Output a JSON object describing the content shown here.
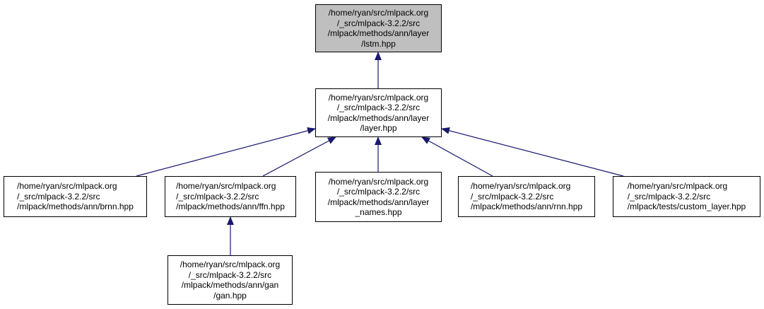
{
  "diagram": {
    "edge_color": "#191970",
    "highlight_color": "#bfbfbf",
    "nodes": [
      {
        "id": "lstm",
        "text": "/home/ryan/src/mlpack.org\n/_src/mlpack-3.2.2/src\n/mlpack/methods/ann/layer\n/lstm.hpp",
        "highlight": true
      },
      {
        "id": "layer",
        "text": "/home/ryan/src/mlpack.org\n/_src/mlpack-3.2.2/src\n/mlpack/methods/ann/layer\n/layer.hpp",
        "highlight": false
      },
      {
        "id": "brnn",
        "text": "/home/ryan/src/mlpack.org\n/_src/mlpack-3.2.2/src\n/mlpack/methods/ann/brnn.hpp",
        "highlight": false
      },
      {
        "id": "ffn",
        "text": "/home/ryan/src/mlpack.org\n/_src/mlpack-3.2.2/src\n/mlpack/methods/ann/ffn.hpp",
        "highlight": false
      },
      {
        "id": "layer_names",
        "text": "/home/ryan/src/mlpack.org\n/_src/mlpack-3.2.2/src\n/mlpack/methods/ann/layer\n_names.hpp",
        "highlight": false
      },
      {
        "id": "rnn",
        "text": "/home/ryan/src/mlpack.org\n/_src/mlpack-3.2.2/src\n/mlpack/methods/ann/rnn.hpp",
        "highlight": false
      },
      {
        "id": "custom_layer",
        "text": "/home/ryan/src/mlpack.org\n/_src/mlpack-3.2.2/src\n/mlpack/tests/custom_layer.hpp",
        "highlight": false
      },
      {
        "id": "gan",
        "text": "/home/ryan/src/mlpack.org\n/_src/mlpack-3.2.2/src\n/mlpack/methods/ann/gan\n/gan.hpp",
        "highlight": false
      }
    ],
    "edges": [
      {
        "from": "layer",
        "to": "lstm"
      },
      {
        "from": "brnn",
        "to": "layer"
      },
      {
        "from": "ffn",
        "to": "layer"
      },
      {
        "from": "layer_names",
        "to": "layer"
      },
      {
        "from": "rnn",
        "to": "layer"
      },
      {
        "from": "custom_layer",
        "to": "layer"
      },
      {
        "from": "gan",
        "to": "ffn"
      }
    ]
  }
}
